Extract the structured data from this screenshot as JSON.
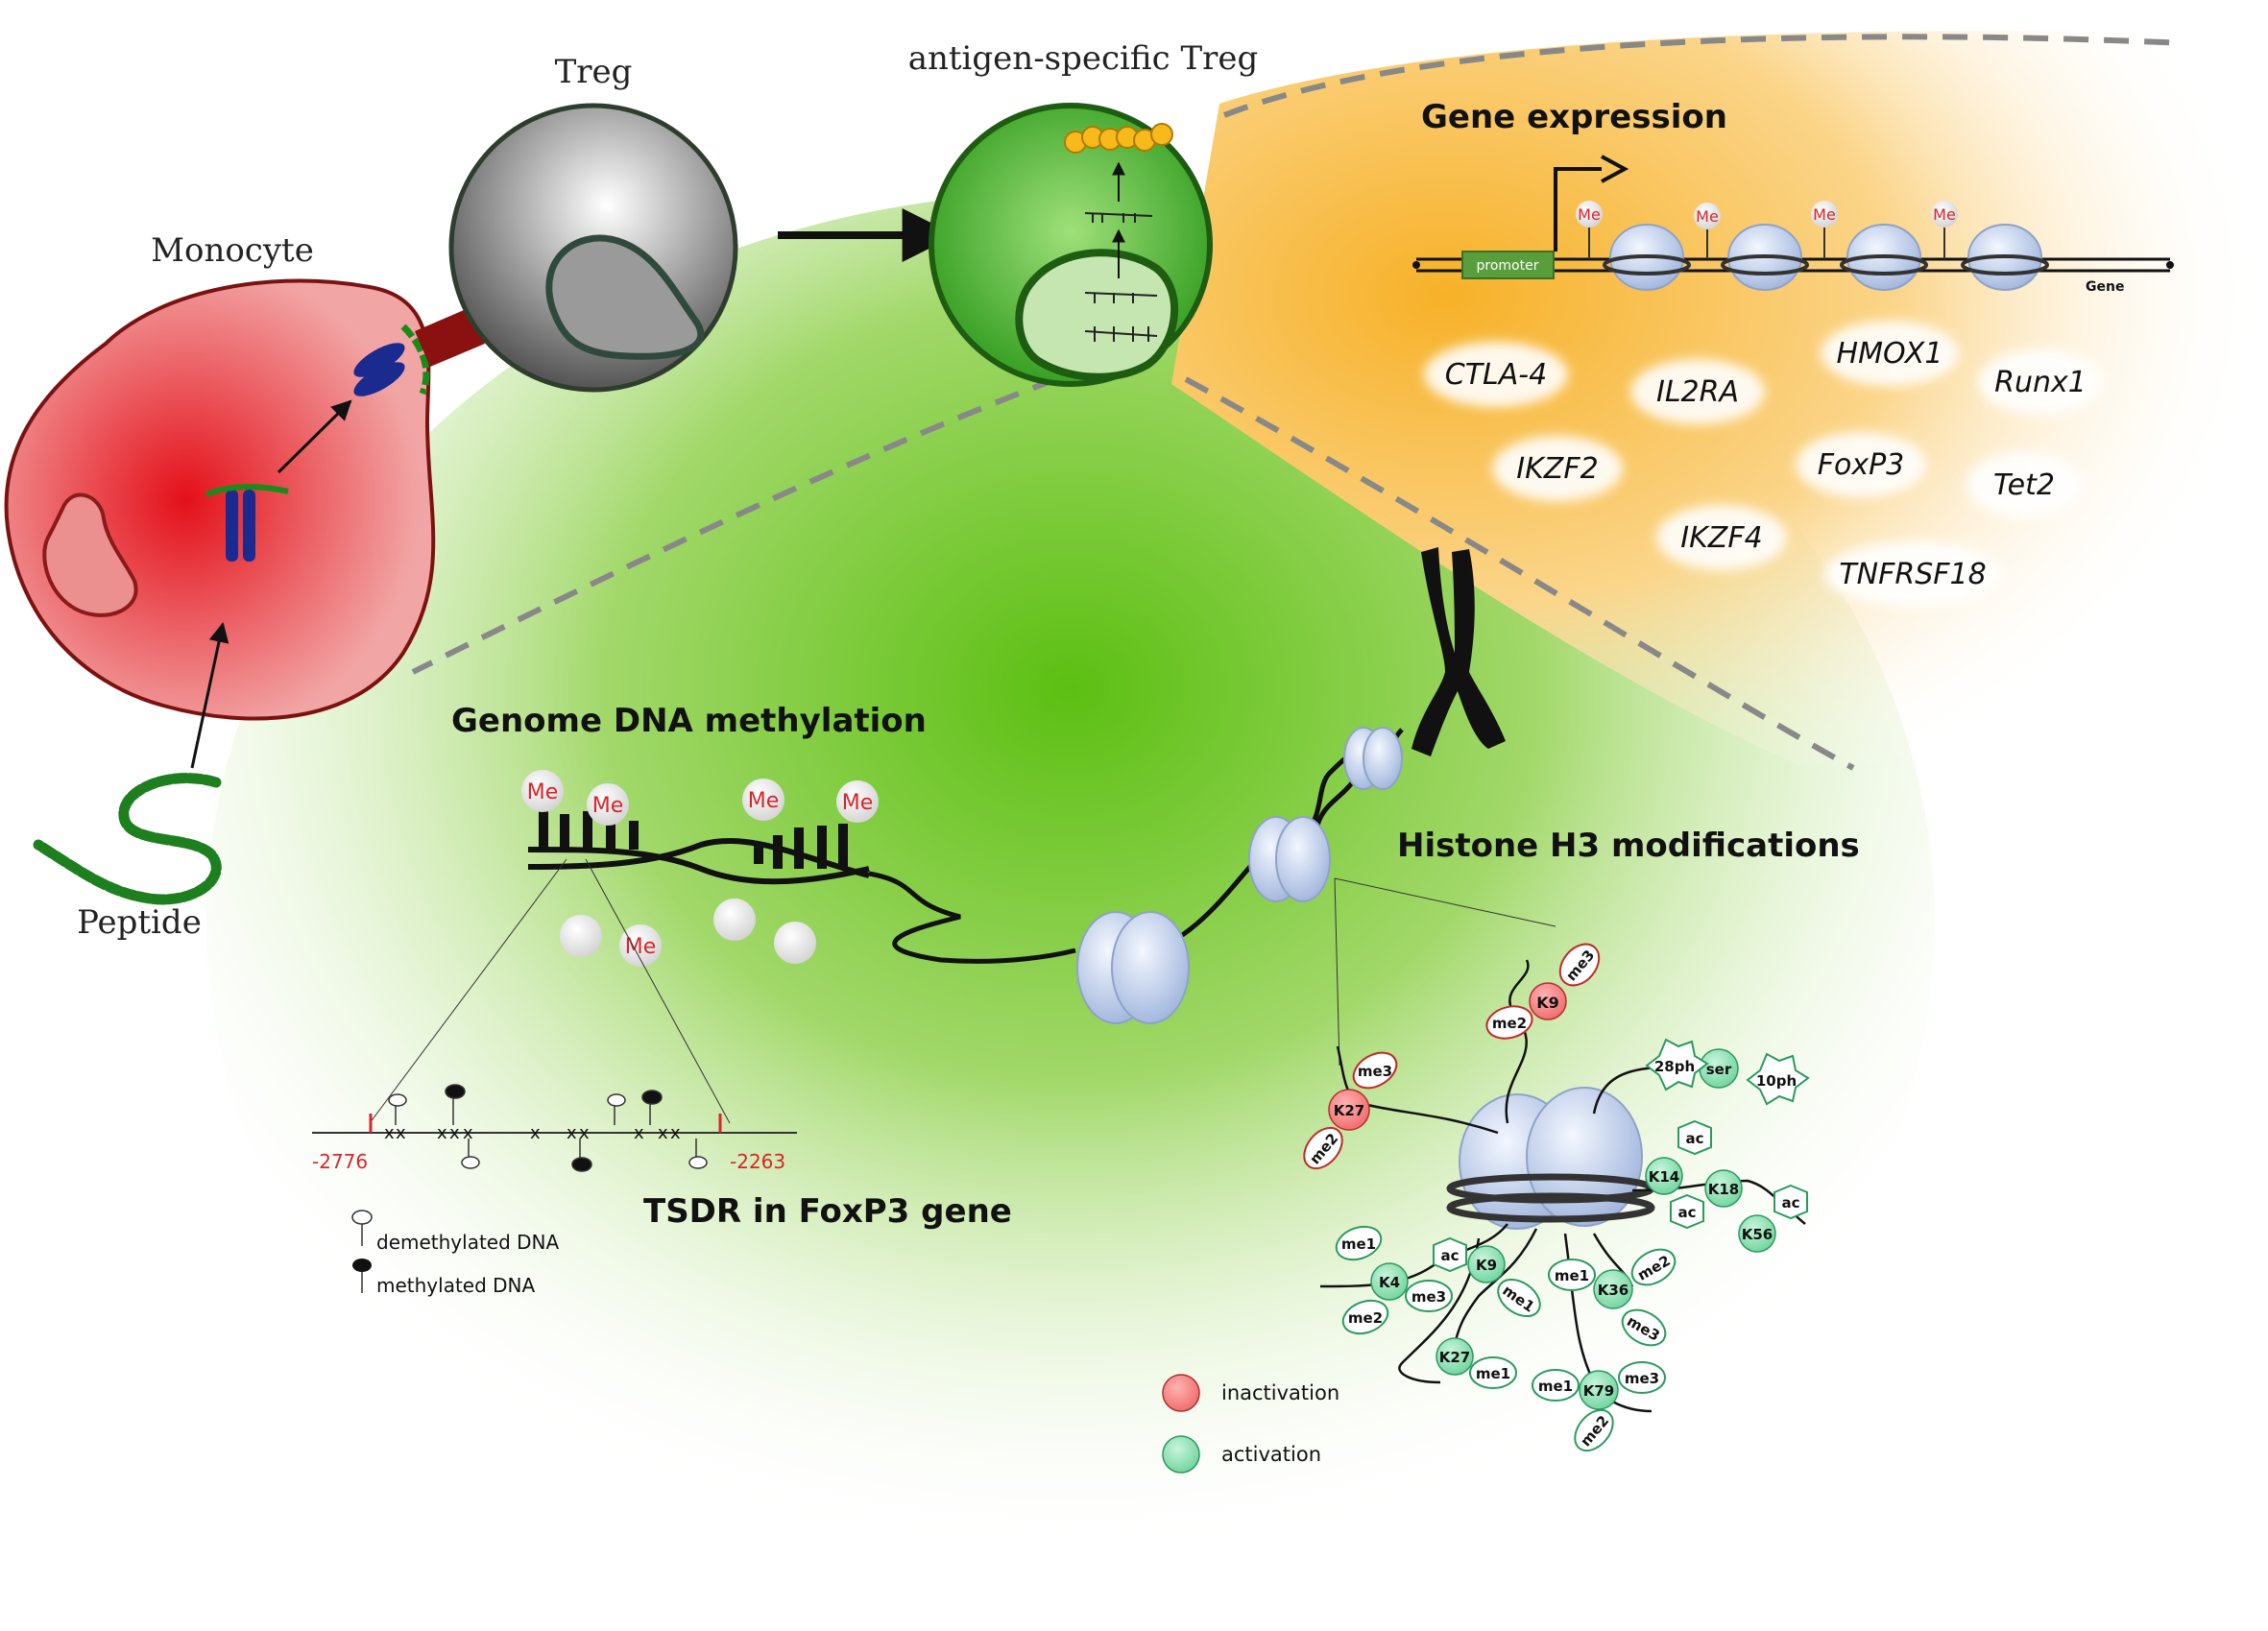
{
  "cells": {
    "monocyte": "Monocyte",
    "treg": "Treg",
    "antigen_treg": "antigen-specific Treg",
    "peptide": "Peptide"
  },
  "gene_expression": {
    "title": "Gene expression",
    "promoter": "promoter",
    "gene": "Gene",
    "me": "Me",
    "genes": [
      "CTLA-4",
      "IL2RA",
      "HMOX1",
      "Runx1",
      "IKZF2",
      "FoxP3",
      "Tet2",
      "IKZF4",
      "TNFRSF18"
    ]
  },
  "dna_methylation": {
    "title": "Genome DNA methylation",
    "me": "Me",
    "tsdr_title": "TSDR in FoxP3 gene",
    "pos_left": "-2776",
    "pos_right": "-2263",
    "legend_demethylated": "demethylated DNA",
    "legend_methylated": "methylated DNA"
  },
  "histone": {
    "title": "Histone H3 modifications",
    "legend_inactivation": "inactivation",
    "legend_activation": "activation",
    "labels": {
      "k9_top": "K9",
      "k27_top": "K27",
      "me1": "me1",
      "me2": "me2",
      "me3": "me3",
      "ser": "ser",
      "ph28": "28ph",
      "ph10": "10ph",
      "ac": "ac",
      "k14": "K14",
      "k18": "K18",
      "k56": "K56",
      "k4": "K4",
      "k9": "K9",
      "k36": "K36",
      "k27": "K27",
      "k79": "K79"
    }
  },
  "colors": {
    "green_bg": "#5cbf1a",
    "orange_bg": "#f9b631",
    "monocyte": "#e8383b",
    "inactivation": "#f2777a",
    "activation": "#7fd9a8",
    "red_text": "#d6262b"
  }
}
